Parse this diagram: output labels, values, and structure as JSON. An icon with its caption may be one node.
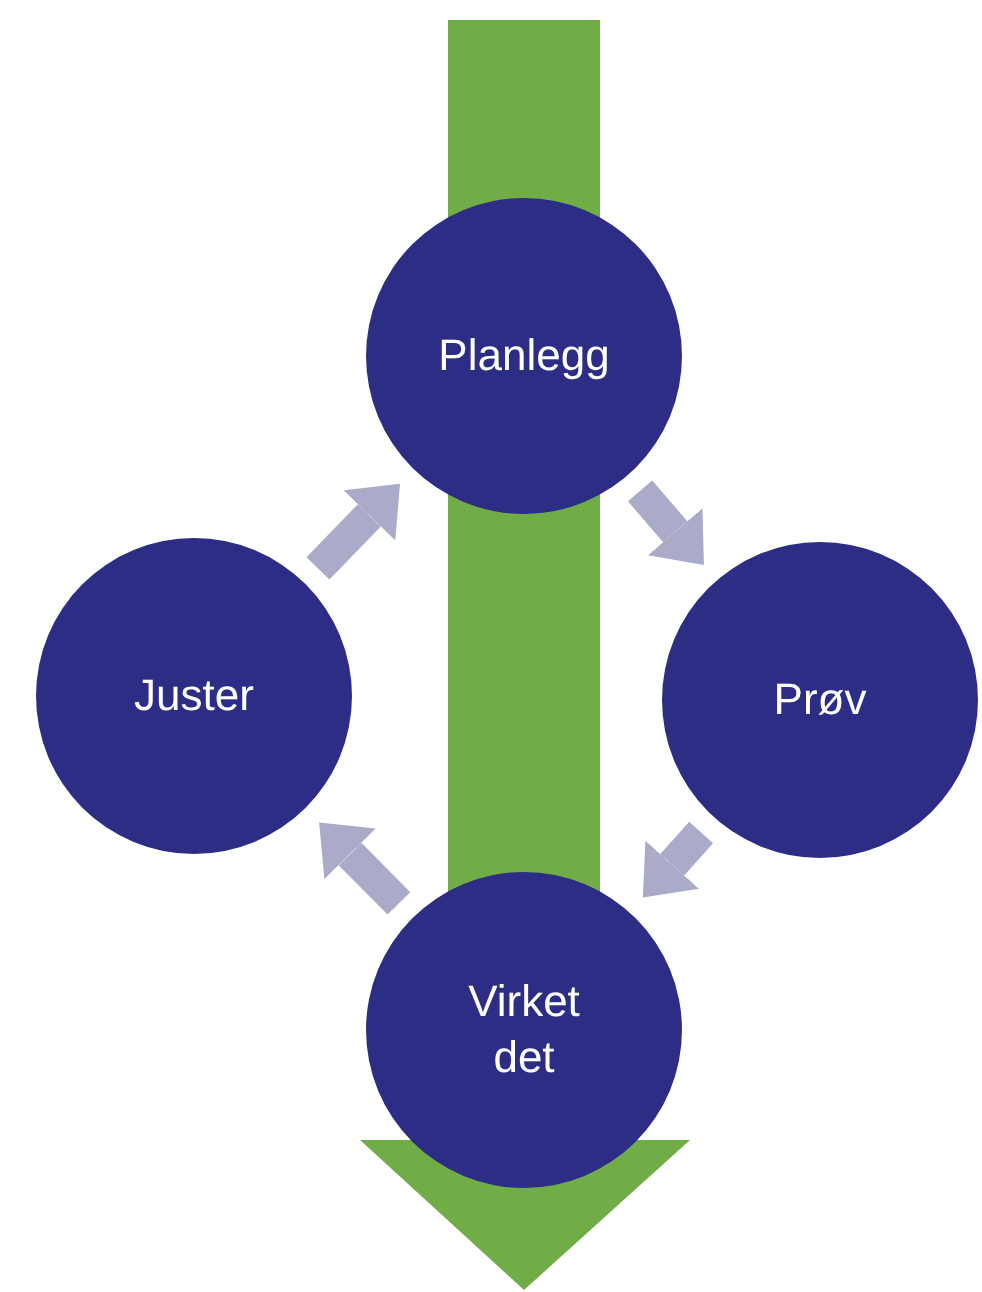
{
  "diagram": {
    "nodes": [
      {
        "text": [
          "Planlegg"
        ]
      },
      {
        "text": [
          "Juster"
        ]
      },
      {
        "text": [
          "Prøv"
        ]
      },
      {
        "text": [
          "Virket det"
        ]
      }
    ],
    "edges": [
      {
        "from": 0,
        "to": 2,
        "arrow": "to"
      },
      {
        "from": 2,
        "to": 3,
        "arrow": "to"
      },
      {
        "from": 3,
        "to": 1,
        "arrow": "to"
      },
      {
        "from": 1,
        "to": 0,
        "arrow": "to"
      },
      {
        "from": null,
        "to": 3,
        "arrow": "to",
        "style": "thick",
        "color": "#70ad47"
      }
    ]
  }
}
